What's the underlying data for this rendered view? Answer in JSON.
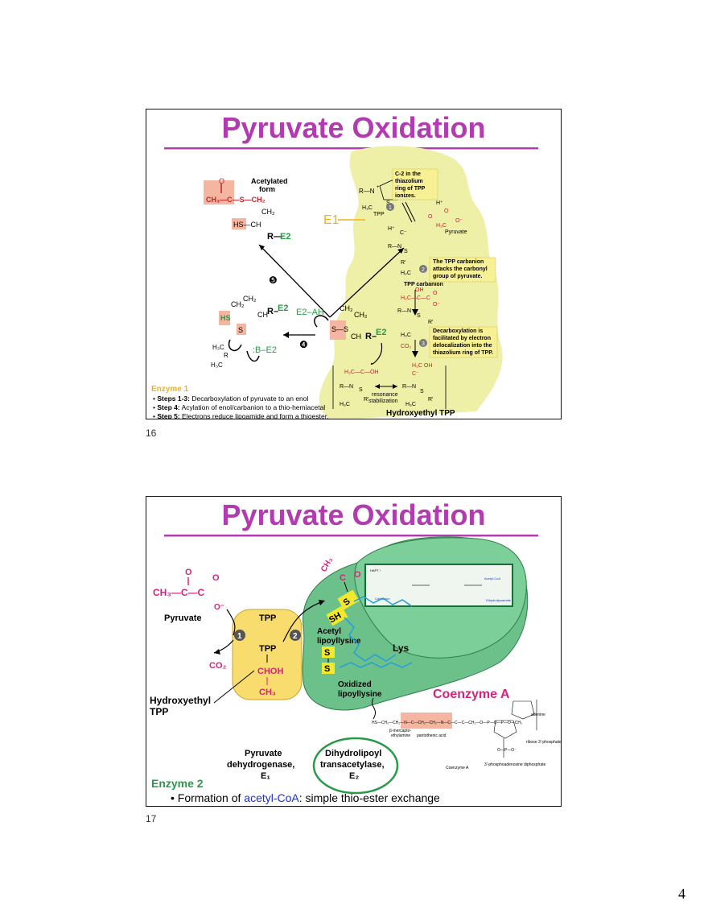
{
  "slide1": {
    "title": "Pyruvate Oxidation",
    "labels": {
      "acetylated_form": [
        "Acetylated",
        "form"
      ],
      "e1": "E1",
      "e2": "E2",
      "r_e2": "R–E2",
      "e2_ah": "E2–AH",
      "b_e2": ":B–E2",
      "step5": "❺",
      "step4": "❹",
      "c2_note": [
        "C-2 in the",
        "thiazolium",
        "ring of TPP",
        "ionizes."
      ],
      "carbanion_note": [
        "The TPP carbanion",
        "attacks the carbonyl",
        "group of pyruvate."
      ],
      "decarbox_note": [
        "Decarboxylation is",
        "facilitated by electron",
        "delocalization into the",
        "thiazolium ring of TPP."
      ],
      "tpp": "TPP",
      "pyruvate": "Pyruvate",
      "tpp_carbanion": "TPP carbanion",
      "resonance": [
        "resonance",
        "stabilization"
      ],
      "co2": "CO₂",
      "step1_circle": "1",
      "step2_circle": "2",
      "step3_circle": "3"
    },
    "enzyme_heading": "Enzyme 1",
    "bullets": [
      {
        "bold": "Steps 1-3:",
        "text": " Decarboxylation of pyruvate to an enol"
      },
      {
        "bold": "Step 4:",
        "text": " Acylation of enol/carbanion to a thio-hemiacetal"
      },
      {
        "bold": "Step 5:",
        "text": " Electrons reduce lipoamide and form a thioester."
      }
    ],
    "hydroxyethyl_label": "Hydroxyethyl TPP",
    "colors": {
      "title": "#b23bb0",
      "e1_blob": "#eef0a8",
      "e2_green": "#2a9a4a",
      "enzyme_heading": "#f2b21a",
      "highlight": "#f4b6a0"
    },
    "page_number": "16"
  },
  "slide2": {
    "title": "Pyruvate Oxidation",
    "labels": {
      "pyruvate": "Pyruvate",
      "co2": "CO₂",
      "hydroxyethyl_tpp": [
        "Hydroxyethyl",
        "TPP"
      ],
      "tpp_top": "TPP",
      "tpp_bottom": "TPP",
      "choh": "CHOH",
      "ch3": "CH₃",
      "acetyl_lipoyllysine": [
        "Acetyl",
        "lipoyllysine"
      ],
      "lys": "Lys",
      "sh": "SH",
      "s": "S",
      "oxidized_lipoyllysine": [
        "Oxidized",
        "lipoyllysine"
      ],
      "coenzyme_a": "Coenzyme A",
      "pyruvate_dehydrogenase": [
        "Pyruvate",
        "dehydrogenase,",
        "E₁"
      ],
      "dihydrolipoyl": [
        "Dihydrolipoyl",
        "transacetylase,",
        "E₂"
      ],
      "step1": "1",
      "step2": "2",
      "coa_parts": [
        "β-mercapto-",
        "ethylamine",
        "pantothenic acid",
        "adenine",
        "ribose 3′-phosphate",
        "3′-phosphoadenosine diphosphate",
        "Coenzyme A"
      ]
    },
    "enzyme_heading": "Enzyme 2",
    "bullet": {
      "prefix": "Formation of ",
      "highlight": "acetyl-CoA",
      "suffix": ":  simple thio-ester exchange"
    },
    "colors": {
      "title": "#b23bb0",
      "e1_box": "#f9dc6e",
      "e2_blob": "#6cc08a",
      "magenta": "#d6237a",
      "coa_text": "#d6237a",
      "enzyme_heading": "#2a9a4a",
      "acetyl_coa": "#1a2fd6"
    },
    "page_number": "17"
  },
  "sheet_number": "4"
}
